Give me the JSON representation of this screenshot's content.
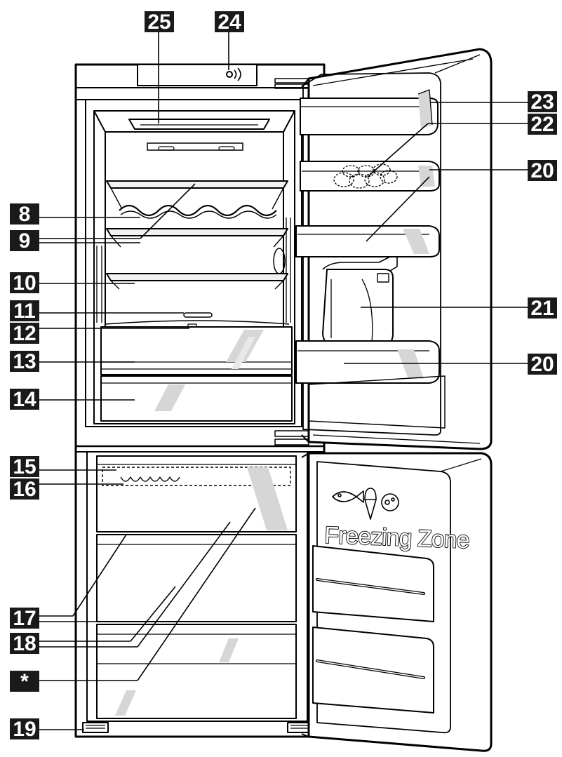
{
  "callouts": {
    "c25": "25",
    "c24": "24",
    "c23": "23",
    "c22": "22",
    "c20a": "20",
    "c21": "21",
    "c20b": "20",
    "c8": "8",
    "c9": "9",
    "c10": "10",
    "c11": "11",
    "c12": "12",
    "c13": "13",
    "c14": "14",
    "c15": "15",
    "c16": "16",
    "c17": "17",
    "c18": "18",
    "cstar": "*",
    "c19": "19"
  },
  "freezer_door": {
    "title": "Freezing Zone",
    "icons": [
      "fish-icon",
      "ice-cream-icon",
      "pizza-icon"
    ]
  },
  "colors": {
    "outline": "#000000",
    "glass_shade": "#d6d6d6",
    "callout_bg": "#1a1a1a",
    "callout_text": "#ffffff"
  }
}
